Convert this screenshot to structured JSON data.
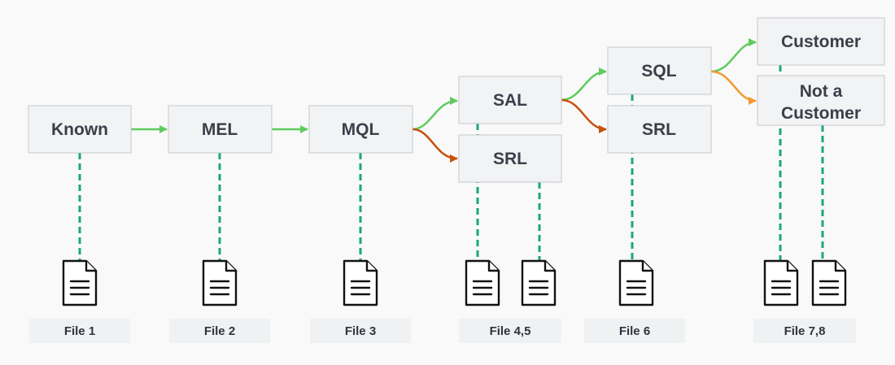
{
  "stages": {
    "known": "Known",
    "mel": "MEL",
    "mql": "MQL",
    "sal": "SAL",
    "srl_1": "SRL",
    "sql": "SQL",
    "srl_2": "SRL",
    "customer": "Customer",
    "not_customer_line1": "Not a",
    "not_customer_line2": "Customer"
  },
  "files": {
    "file_1": "File 1",
    "file_2": "File 2",
    "file_3": "File 3",
    "file_4_5": "File 4,5",
    "file_6": "File 6",
    "file_7_8": "File 7,8"
  },
  "colors": {
    "advance_arrow": "#5ecb5e",
    "reject_arrow": "#c8500b",
    "alt_arrow": "#f19a32",
    "file_link": "#1aa680",
    "box_fill": "#f2f3f4"
  },
  "icons": {
    "file": "document-icon"
  }
}
